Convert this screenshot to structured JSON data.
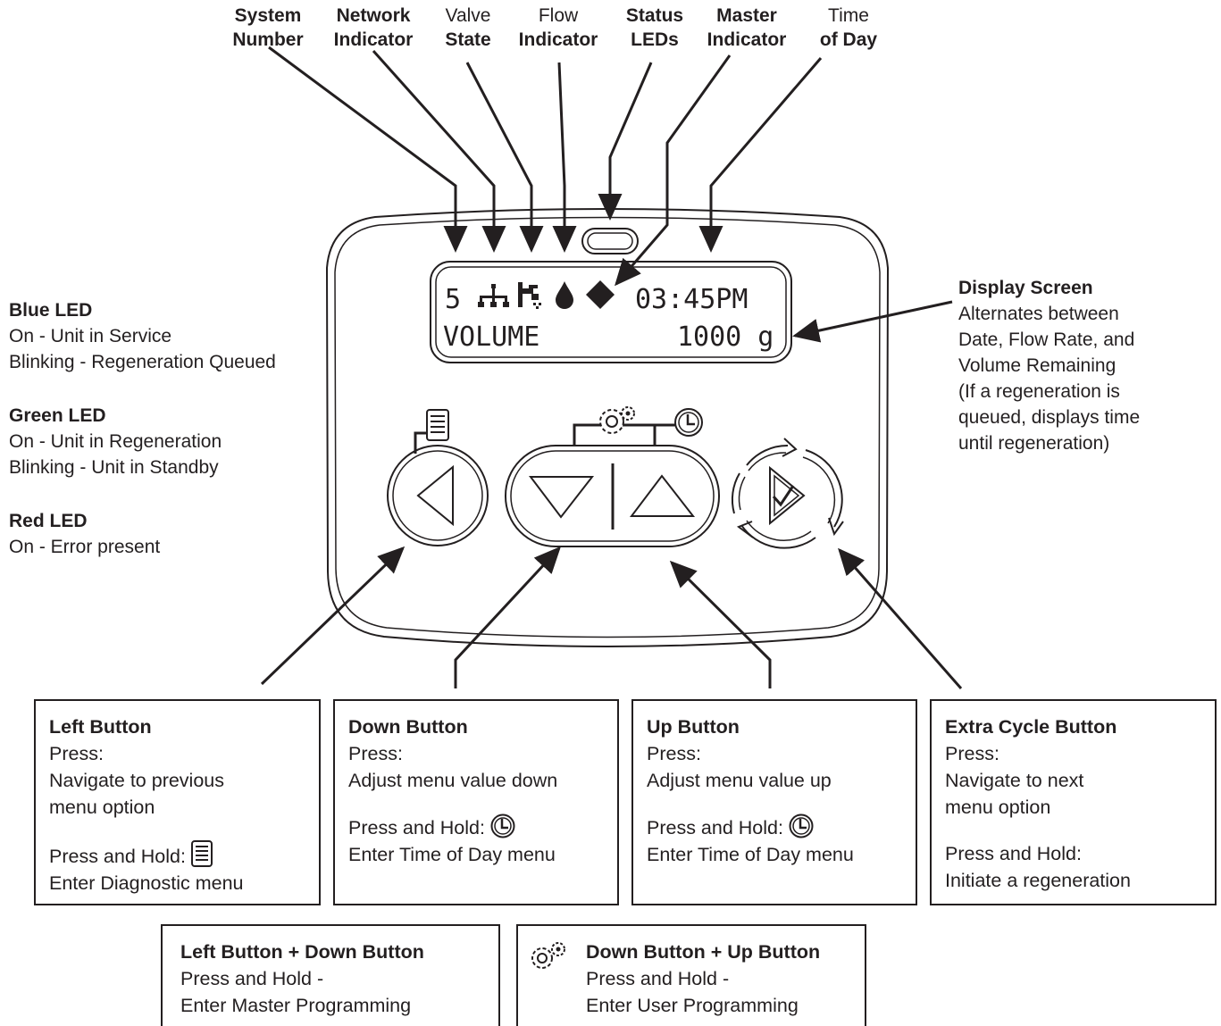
{
  "top_labels": [
    {
      "line1": "System",
      "line2": "Number",
      "bold1": true,
      "bold2": true
    },
    {
      "line1": "Network",
      "line2": "Indicator",
      "bold1": true,
      "bold2": true
    },
    {
      "line1": "Valve",
      "line2": "State",
      "bold1": false,
      "bold2": true
    },
    {
      "line1": "Flow",
      "line2": "Indicator",
      "bold1": false,
      "bold2": true
    },
    {
      "line1": "Status",
      "line2": "LEDs",
      "bold1": true,
      "bold2": true
    },
    {
      "line1": "Master",
      "line2": "Indicator",
      "bold1": true,
      "bold2": true
    },
    {
      "line1": "Time",
      "line2": "of Day",
      "bold1": false,
      "bold2": true
    }
  ],
  "led_legend": [
    {
      "title": "Blue LED",
      "lines": [
        "On - Unit in Service",
        "Blinking - Regeneration Queued"
      ]
    },
    {
      "title": "Green LED",
      "lines": [
        "On - Unit in Regeneration",
        "Blinking - Unit in Standby"
      ]
    },
    {
      "title": "Red LED",
      "lines": [
        "On - Error present"
      ]
    }
  ],
  "display_note": {
    "title": "Display Screen",
    "lines": [
      "Alternates between",
      "Date, Flow Rate, and",
      "Volume Remaining",
      "(If a regeneration is",
      "queued, displays time",
      "until regeneration)"
    ]
  },
  "lcd": {
    "system_number": "5",
    "time": "03:45PM",
    "line2_label": "VOLUME",
    "line2_value": "1000 g"
  },
  "buttons": {
    "left": {
      "title": "Left Button",
      "press": "Press:",
      "press_l1": "Navigate to previous",
      "press_l2": "menu option",
      "hold": "Press and Hold:",
      "hold_l1": "Enter Diagnostic menu"
    },
    "down": {
      "title": "Down Button",
      "press": "Press:",
      "press_l1": "Adjust menu value down",
      "hold": "Press and Hold:",
      "hold_l1": "Enter Time of Day menu"
    },
    "up": {
      "title": "Up Button",
      "press": "Press:",
      "press_l1": "Adjust menu value up",
      "hold": "Press and Hold:",
      "hold_l1": "Enter Time of Day menu"
    },
    "extra": {
      "title": "Extra Cycle Button",
      "press": "Press:",
      "press_l1": "Navigate to next",
      "press_l2": "menu option",
      "hold": "Press and Hold:",
      "hold_l1": "Initiate a regeneration"
    }
  },
  "combos": {
    "left_down": {
      "title": "Left Button + Down Button",
      "l1": "Press and Hold -",
      "l2": "Enter Master Programming"
    },
    "down_up": {
      "title": "Down Button + Up Button",
      "l1": "Press and Hold -",
      "l2": "Enter User Programming"
    }
  },
  "icons": {
    "diagnostic": "diagnostic-list-icon",
    "clock": "clock-icon",
    "gears": "gears-icon",
    "network": "network-icon",
    "valve": "valve-faucet-icon",
    "flow": "water-drop-icon",
    "master": "master-diamond-icon"
  },
  "colors": {
    "ink": "#231f20",
    "panel_fill": "#ffffff"
  }
}
